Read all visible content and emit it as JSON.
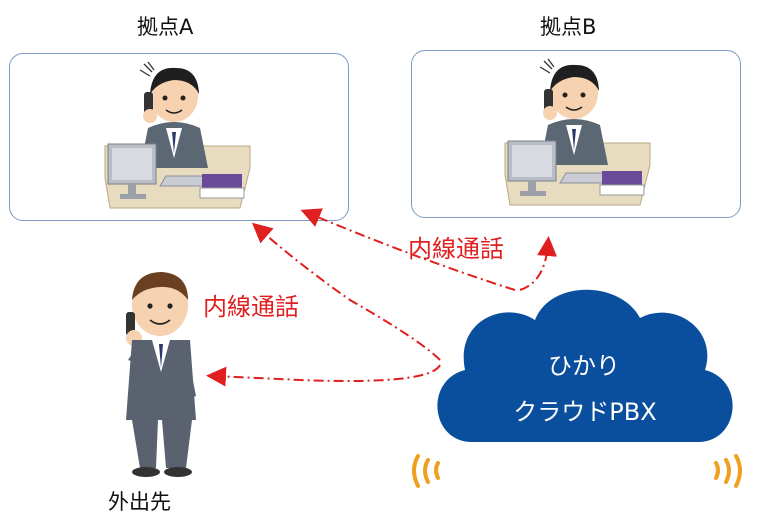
{
  "site_a": {
    "title": "拠点A"
  },
  "site_b": {
    "title": "拠点B"
  },
  "remote": {
    "label": "外出先"
  },
  "cloud": {
    "line1": "ひかり",
    "line2": "クラウドPBX",
    "color": "#0a4f9e"
  },
  "links": [
    {
      "from": "ひかりクラウドPBX",
      "to": "拠点B",
      "label": "内線通話"
    },
    {
      "from": "ひかりクラウドPBX",
      "to": "外出先",
      "label": "内線通話"
    },
    {
      "from": "ひかりクラウドPBX",
      "to": "拠点A"
    }
  ],
  "colors": {
    "link": "#e02020",
    "box_border": "#7d9cc8",
    "signal": "#f0a020"
  }
}
